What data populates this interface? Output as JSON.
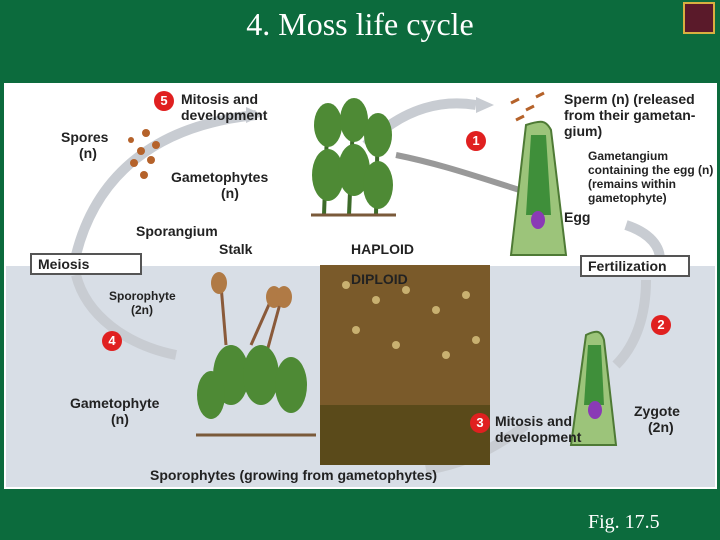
{
  "slide": {
    "title": "4. Moss life cycle",
    "figure_label": "Fig. 17.5"
  },
  "labels": {
    "spores": "Spores",
    "spores_n": "(n)",
    "step5": "Mitosis and development",
    "gametophytes": "Gametophytes",
    "gametophytes_n": "(n)",
    "sporangium": "Sporangium",
    "stalk": "Stalk",
    "haploid": "HAPLOID",
    "diploid": "DIPLOID",
    "meiosis": "Meiosis",
    "fertilization": "Fertilization",
    "sperm": "Sperm (n) (released from their gametan-gium)",
    "gametangium": "Gametangium containing the egg (n) (remains within gametophyte)",
    "egg": "Egg",
    "sporophyte": "Sporophyte",
    "sporophyte_2n": "(2n)",
    "gametophyte": "Gametophyte",
    "gametophyte_n": "(n)",
    "step3": "Mitosis and development",
    "zygote": "Zygote",
    "zygote_2n": "(2n)",
    "caption": "Sporophytes (growing from gametophytes)"
  },
  "steps": [
    "1",
    "2",
    "3",
    "4",
    "5"
  ],
  "colors": {
    "background": "#0c6b3d",
    "haploid": "#ffffff",
    "diploid": "#d8dee6",
    "step_badge": "#e02020"
  }
}
